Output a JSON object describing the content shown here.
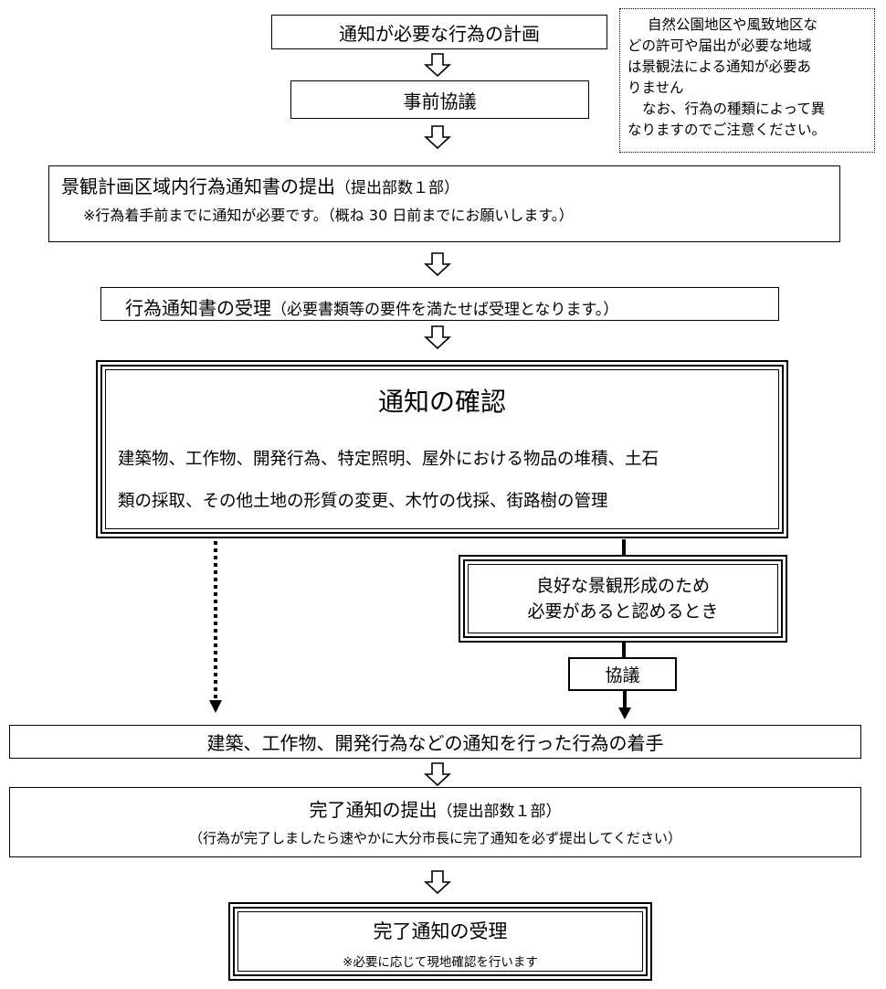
{
  "steps": {
    "plan": "通知が必要な行為の計画",
    "prior_consultation": "事前協議",
    "submission_title": "景観計画区域内行為通知書の提出",
    "submission_copies": "（提出部数１部）",
    "submission_note": "※行為着手前までに通知が必要です。（概ね 30 日前までにお願いします。）",
    "acceptance_title": "行為通知書の受理",
    "acceptance_note": "（必要書類等の要件を満たせば受理となります。）",
    "confirmation_title": "通知の確認",
    "confirmation_items_line1": "建築物、工作物、開発行為、特定照明、屋外における物品の堆積、土石",
    "confirmation_items_line2": "類の採取、その他土地の形質の変更、木竹の伐採、街路樹の管理",
    "necessary_line1": "良好な景観形成のため",
    "necessary_line2": "必要があると認めるとき",
    "consultation": "協議",
    "commencement": "建築、工作物、開発行為などの通知を行った行為の着手",
    "completion_title": "完了通知の提出",
    "completion_copies": "（提出部数１部）",
    "completion_note": "（行為が完了しましたら速やかに大分市長に完了通知を必ず提出してください）",
    "completion_accept_title": "完了通知の受理",
    "completion_accept_note": "※必要に応じて現地確認を行います"
  },
  "side_note": {
    "lines": [
      "自然公園地区や風致地区な",
      "どの許可や届出が必要な地域",
      "は景観法による通知が必要あ",
      "りません",
      "なお、行為の種類によって異",
      "なりますのでご注意ください。"
    ]
  },
  "colors": {
    "line": "#000000",
    "background": "#ffffff"
  }
}
